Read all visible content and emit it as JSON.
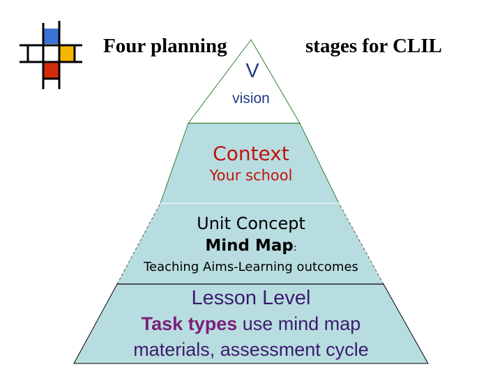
{
  "slide": {
    "title_left": "Four planning",
    "title_right": "stages for CLIL"
  },
  "pyramid": {
    "vision": {
      "letter": "V",
      "label": "vision"
    },
    "context": {
      "title": "Context",
      "subtitle": "Your school"
    },
    "unit": {
      "title": "Unit Concept",
      "mindmap": "Mind Map",
      "colon": ":",
      "aims": "Teaching Aims-Learning outcomes"
    },
    "lesson": {
      "title": "Lesson Level",
      "task_bold": "Task types",
      "task_rest": " use mind map",
      "line3": "materials, assessment cycle"
    }
  },
  "colors": {
    "fill": "#b8dde0",
    "outline": "#2e7d32",
    "logo_blue": "#3b73d4",
    "logo_yellow": "#f5b800",
    "logo_red": "#d42b0c",
    "context_text": "#c0130c",
    "lesson_title": "#3c1b6e",
    "task_bold": "#7a1f7a"
  }
}
